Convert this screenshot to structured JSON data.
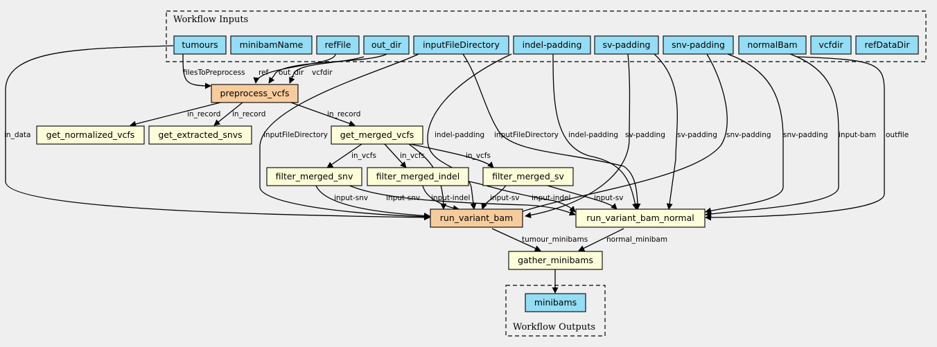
{
  "inputs_cluster": {
    "label": "Workflow Inputs"
  },
  "outputs_cluster": {
    "label": "Workflow Outputs"
  },
  "colors": {
    "input": "#94ddf4",
    "step": "#f7cc9c",
    "subworkflow": "#fdfdd9",
    "output": "#94ddf4",
    "background": "#efefef"
  },
  "nodes": {
    "tumours": "tumours",
    "minibamName": "minibamName",
    "refFile": "refFile",
    "out_dir": "out_dir",
    "inputFileDirectory": "inputFileDirectory",
    "indel_padding": "indel-padding",
    "sv_padding": "sv-padding",
    "snv_padding": "snv-padding",
    "normalBam": "normalBam",
    "vcfdir": "vcfdir",
    "refDataDir": "refDataDir",
    "preprocess_vcfs": "preprocess_vcfs",
    "get_normalized_vcfs": "get_normalized_vcfs",
    "get_extracted_snvs": "get_extracted_snvs",
    "get_merged_vcfs": "get_merged_vcfs",
    "filter_merged_snv": "filter_merged_snv",
    "filter_merged_indel": "filter_merged_indel",
    "filter_merged_sv": "filter_merged_sv",
    "run_variant_bam": "run_variant_bam",
    "run_variant_bam_normal": "run_variant_bam_normal",
    "gather_minibams": "gather_minibams",
    "minibams": "minibams"
  },
  "edge_labels": {
    "files_to_preprocess": "filesToPreprocess",
    "ref": "ref",
    "out_dir": "out_dir",
    "vcfdir": "vcfdir",
    "in_record_1": "in_record",
    "in_record_2": "in_record",
    "in_record_3": "in_record",
    "in_data": "in_data",
    "input_file_directory_1": "inputFileDirectory",
    "indel_padding_1": "indel-padding",
    "input_file_directory_2": "inputFileDirectory",
    "indel_padding_2": "indel-padding",
    "sv_padding_1": "sv-padding",
    "sv_padding_2": "sv-padding",
    "snv_padding_1": "snv-padding",
    "snv_padding_2": "snv-padding",
    "input_bam": "input-bam",
    "outfile": "outfile",
    "in_vcfs_1": "in_vcfs",
    "in_vcfs_2": "in_vcfs",
    "in_vcfs_3": "in_vcfs",
    "input_snv_1": "input-snv",
    "input_snv_2": "input-snv",
    "input_indel_1": "input-indel",
    "input_indel_2": "input-indel",
    "input_sv_1": "input-sv",
    "input_sv_2": "input-sv",
    "tumour_minibams": "tumour_minibams",
    "normal_minibam": "normal_minibam"
  }
}
